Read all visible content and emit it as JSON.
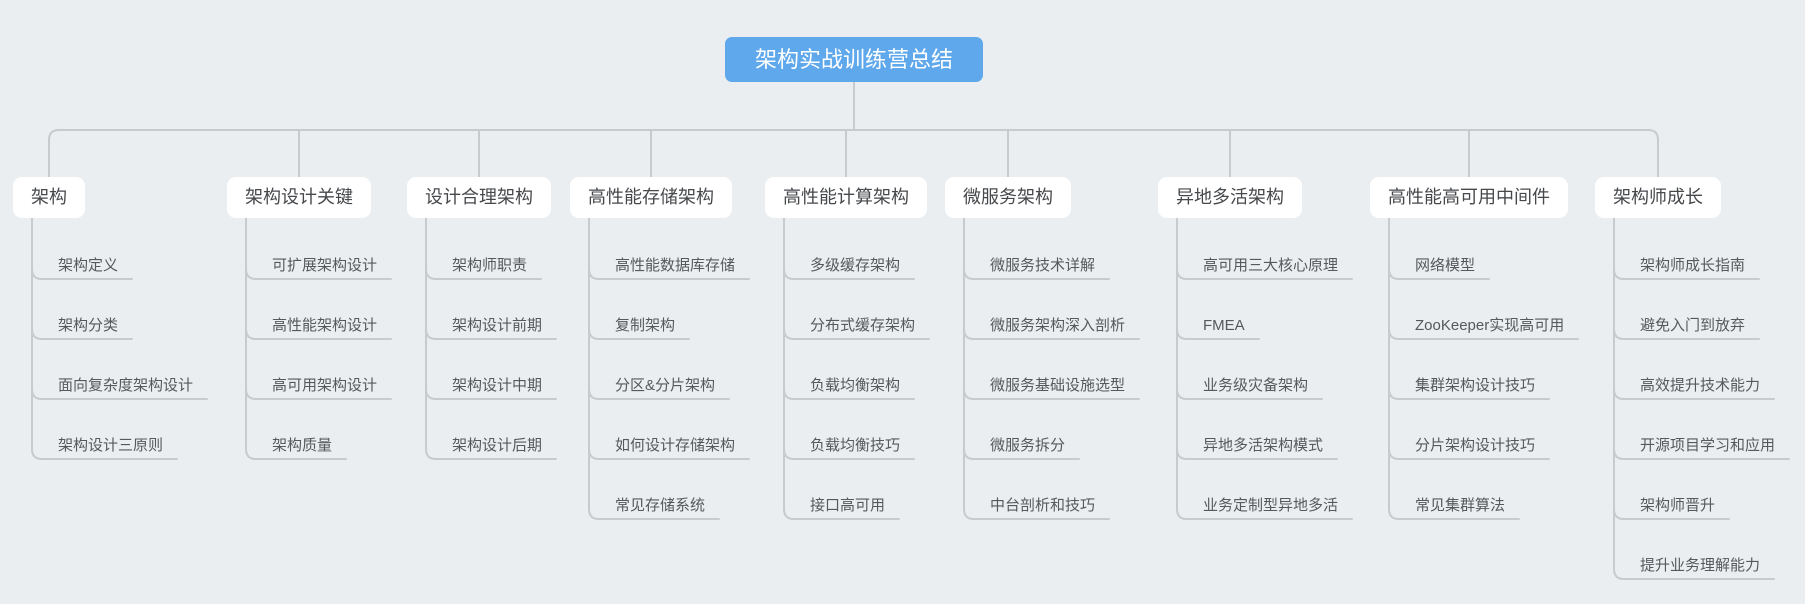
{
  "diagram_type": "mindmap",
  "colors": {
    "background": "#ebeef0",
    "root_bg": "#5fa8ec",
    "root_text": "#ffffff",
    "branch_bg": "#ffffff",
    "branch_text": "#46494c",
    "child_text": "#55595c",
    "line": "#c7cbce"
  },
  "tree": {
    "root": {
      "label": "架构实战训练营总结"
    },
    "branches": [
      {
        "label": "架构",
        "children": [
          "架构定义",
          "架构分类",
          "面向复杂度架构设计",
          "架构设计三原则"
        ]
      },
      {
        "label": "架构设计关键",
        "children": [
          "可扩展架构设计",
          "高性能架构设计",
          "高可用架构设计",
          "架构质量"
        ]
      },
      {
        "label": "设计合理架构",
        "children": [
          "架构师职责",
          "架构设计前期",
          "架构设计中期",
          "架构设计后期"
        ]
      },
      {
        "label": "高性能存储架构",
        "children": [
          "高性能数据库存储",
          "复制架构",
          "分区&分片架构",
          "如何设计存储架构",
          "常见存储系统"
        ]
      },
      {
        "label": "高性能计算架构",
        "children": [
          "多级缓存架构",
          "分布式缓存架构",
          "负载均衡架构",
          "负载均衡技巧",
          "接口高可用"
        ]
      },
      {
        "label": "微服务架构",
        "children": [
          "微服务技术详解",
          "微服务架构深入剖析",
          "微服务基础设施选型",
          "微服务拆分",
          "中台剖析和技巧"
        ]
      },
      {
        "label": "异地多活架构",
        "children": [
          "高可用三大核心原理",
          "FMEA",
          "业务级灾备架构",
          "异地多活架构模式",
          "业务定制型异地多活"
        ]
      },
      {
        "label": "高性能高可用中间件",
        "children": [
          "网络模型",
          "ZooKeeper实现高可用",
          "集群架构设计技巧",
          "分片架构设计技巧",
          "常见集群算法"
        ]
      },
      {
        "label": "架构师成长",
        "children": [
          "架构师成长指南",
          "避免入门到放弃",
          "高效提升技术能力",
          "开源项目学习和应用",
          "架构师晋升",
          "提升业务理解能力"
        ]
      }
    ]
  }
}
